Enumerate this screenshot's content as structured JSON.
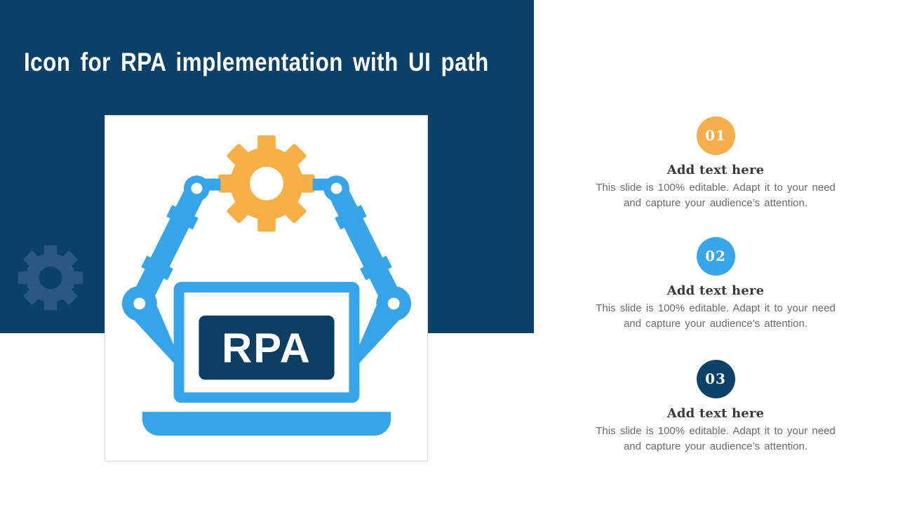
{
  "slide": {
    "title": "Icon for RPA implementation with UI path",
    "illustration": {
      "label": "RPA",
      "icon": "robot-arms-holding-laptop-with-gear-icon"
    },
    "steps": [
      {
        "number": "01",
        "heading": "Add text here",
        "body_line1": "This slide is 100% editable. Adapt it to your need",
        "body_line2": "and capture your audience’s attention."
      },
      {
        "number": "02",
        "heading": "Add text here",
        "body_line1": "This slide is 100% editable. Adapt it to your need",
        "body_line2": "and capture your audience’s attention."
      },
      {
        "number": "03",
        "heading": "Add text here",
        "body_line1": "This slide is 100% editable. Adapt it to your need",
        "body_line2": "and capture your audience’s attention."
      }
    ],
    "colors": {
      "panel_navy": "#0B4069",
      "watermark_gear": "#2B5880",
      "accent_blue": "#35A4E9",
      "accent_orange": "#F7B045",
      "rpa_box_navy": "#0C3E64",
      "badge_01": "#F5AE4B",
      "badge_02": "#38A6EA",
      "badge_03": "#0C4168",
      "heading_text": "#3A3A3A",
      "body_text": "#6A6A6A"
    }
  }
}
